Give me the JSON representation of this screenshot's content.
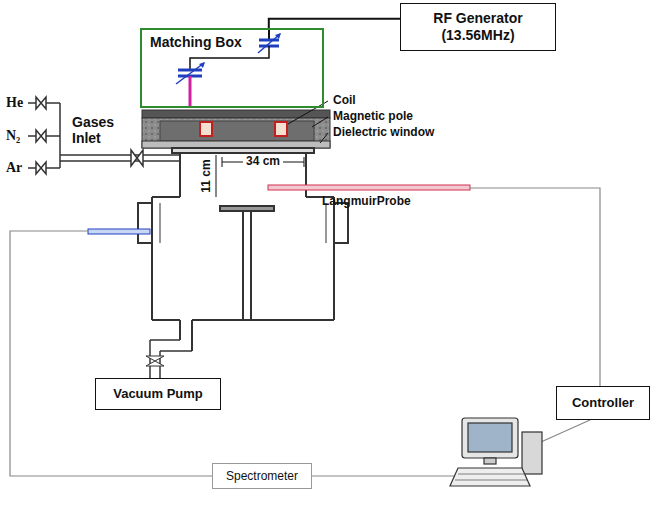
{
  "diagram": {
    "nodes": [
      {
        "text": [
          "Matching Box"
        ]
      },
      {
        "text": [
          "RF Generator (13.56MHz)"
        ]
      },
      {
        "text": [
          "Vacuum Pump"
        ]
      },
      {
        "text": [
          "Controller"
        ]
      },
      {
        "text": [
          "Spectrometer"
        ]
      }
    ],
    "edges": [
      {
        "from": 1,
        "to": 0,
        "arrow": "none"
      }
    ],
    "labels": [
      "Coil",
      "Magnetic pole",
      "Dielectric window",
      "He",
      "N₂",
      "Ar",
      "Gases Inlet",
      "34 cm",
      "11 cm",
      "LangmuirProbe"
    ]
  }
}
